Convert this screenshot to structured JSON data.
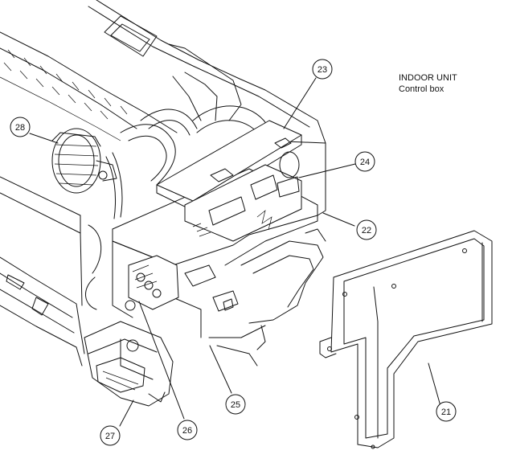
{
  "heading": {
    "line1": "INDOOR UNIT",
    "line2": "Control box"
  },
  "callouts": [
    {
      "num": "21"
    },
    {
      "num": "22"
    },
    {
      "num": "23"
    },
    {
      "num": "24"
    },
    {
      "num": "25"
    },
    {
      "num": "26"
    },
    {
      "num": "27"
    },
    {
      "num": "28"
    }
  ]
}
